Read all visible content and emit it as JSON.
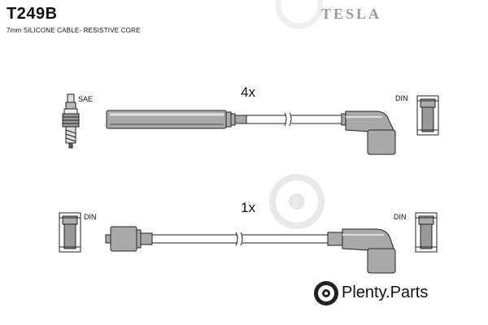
{
  "header": {
    "part_number": "T249B",
    "subtitle": "7mm SILICONE CABLE- RESISTIVE CORE",
    "brand": "TESLA"
  },
  "diagram": {
    "wire1": {
      "quantity": "4x",
      "left_label": "SAE",
      "right_label": "DIN"
    },
    "wire2": {
      "quantity": "1x",
      "left_label": "DIN",
      "right_label": "DIN"
    }
  },
  "watermark": {
    "brand": "Plenty.Parts"
  },
  "colors": {
    "connector_fill": "#a9a9a9",
    "outline": "#222222",
    "watermark": "#e8e8e8",
    "brand_gray": "#9a9a9a"
  }
}
